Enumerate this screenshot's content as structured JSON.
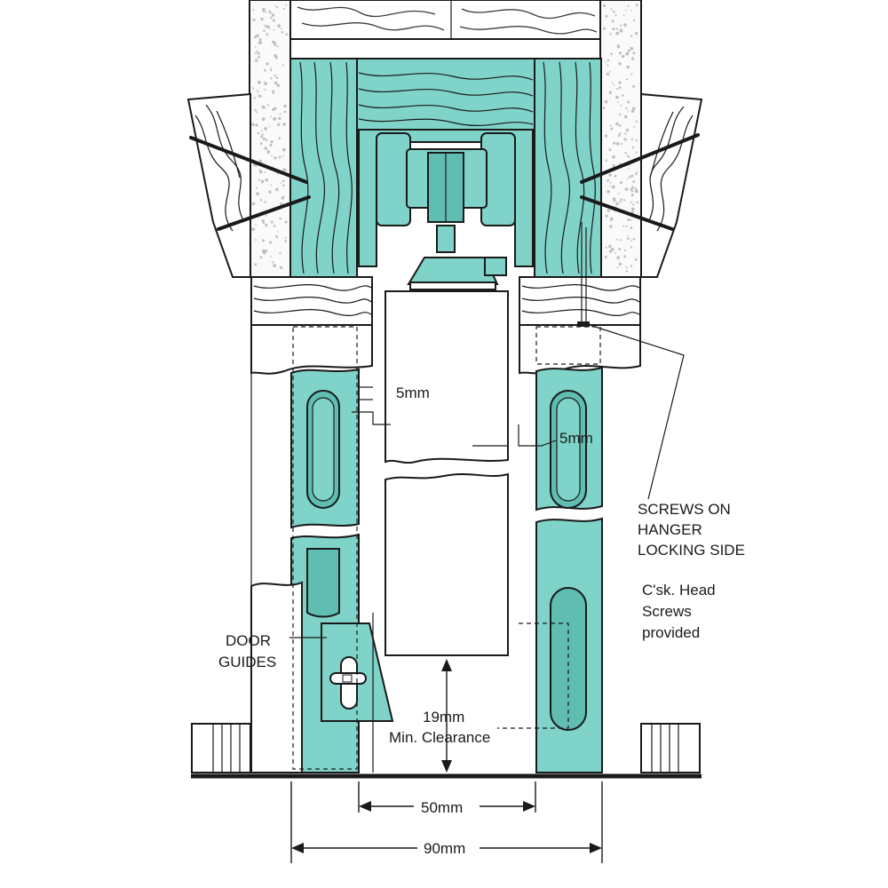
{
  "labels": {
    "gap_left": "5mm",
    "gap_right": "5mm",
    "screws_line1": "SCREWS ON",
    "screws_line2": "HANGER",
    "screws_line3": "LOCKING SIDE",
    "csk_line1": "C'sk. Head",
    "csk_line2": "Screws",
    "csk_line3": "provided",
    "guides_line1": "DOOR",
    "guides_line2": "GUIDES",
    "clearance_line1": "19mm",
    "clearance_line2": "Min. Clearance",
    "dim_50": "50mm",
    "dim_90": "90mm"
  },
  "colors": {
    "teal": "#7fd3c9",
    "teal_dark": "#5fbdb2",
    "line": "#1a1a1a"
  }
}
